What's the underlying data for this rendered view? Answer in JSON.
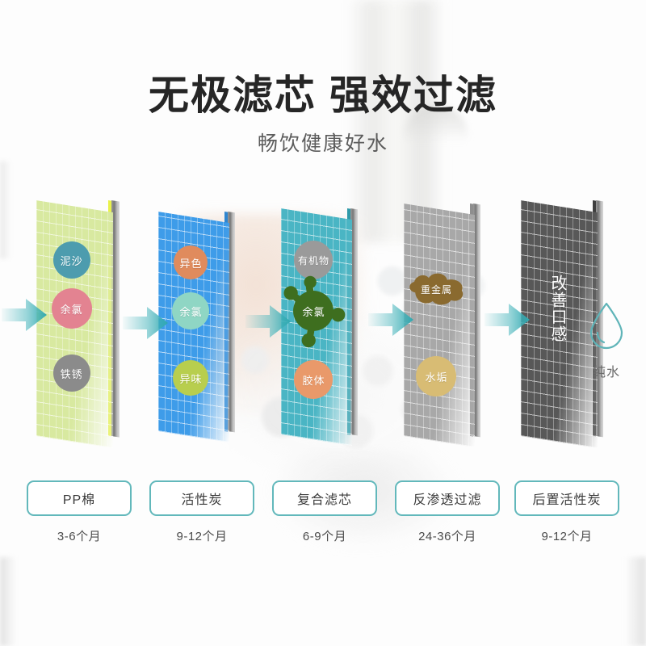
{
  "headline": "无极滤芯 强效过滤",
  "subhead": "畅饮健康好水",
  "output": {
    "icon": "water-drop-icon",
    "label": "纯水"
  },
  "stages": [
    {
      "id": "pp-cotton",
      "face_color": "#d8e9a0",
      "edge_color": "#e9f24a",
      "legend": "PP棉",
      "duration": "3-6个月",
      "contaminants": [
        {
          "text": "泥沙",
          "color": "#4d9cae"
        },
        {
          "text": "余氯",
          "color": "#e38391"
        },
        {
          "text": "铁锈",
          "color": "#8b8b8b"
        }
      ]
    },
    {
      "id": "activated-carbon",
      "face_color": "#3e9ce9",
      "edge_color": "#2f86d0",
      "legend": "活性炭",
      "duration": "9-12个月",
      "contaminants": [
        {
          "text": "异色",
          "color": "#e08b5d"
        },
        {
          "text": "余氯",
          "color": "#8fd6c4"
        },
        {
          "text": "异味",
          "color": "#b8ce4e"
        }
      ]
    },
    {
      "id": "composite-filter",
      "face_color": "#4ab5c4",
      "edge_color": "#2f9aa9",
      "legend": "复合滤芯",
      "duration": "6-9个月",
      "contaminants": [
        {
          "text": "有机物",
          "color": "#9a9a9a"
        },
        {
          "text": "余氯",
          "color": "#3e6e1f"
        },
        {
          "text": "胶体",
          "color": "#e9996a"
        }
      ]
    },
    {
      "id": "reverse-osmosis",
      "face_color": "#a8a8a8",
      "edge_color": "#8e8e8e",
      "legend": "反渗透过滤",
      "duration": "24-36个月",
      "contaminants": [
        {
          "text": "重金属",
          "color": "#8a6a2f"
        },
        {
          "text": "水垢",
          "color": "#d8bc74"
        }
      ]
    },
    {
      "id": "post-carbon",
      "face_color": "#585858",
      "edge_color": "#3f3f3f",
      "legend": "后置活性炭",
      "duration": "9-12个月",
      "vertical_text": "改善口感",
      "contaminants": []
    }
  ]
}
